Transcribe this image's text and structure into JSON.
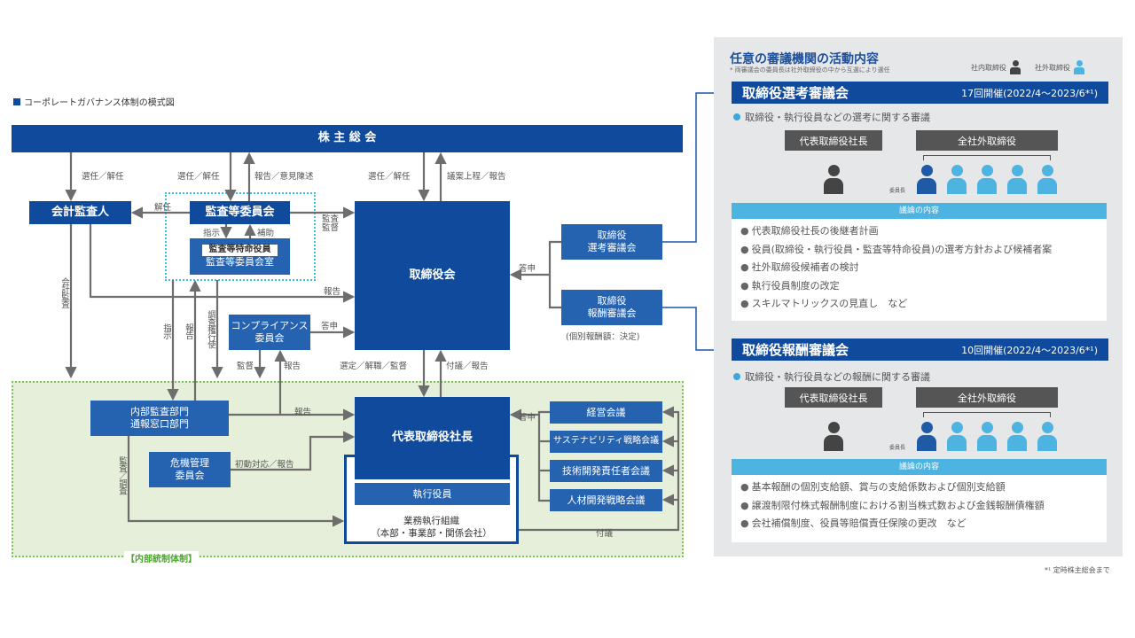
{
  "diagram_title": "コーポレートガバナンス体制の模式図",
  "colors": {
    "navy": "#0f4a9c",
    "mid_blue": "#2562b0",
    "cyan": "#39a9dc",
    "arrow": "#6d6d6d",
    "internal_control_bg": "#e6efd9",
    "internal_control_border": "#7cc35a"
  },
  "nodes": {
    "shareholders": "株 主 総 会",
    "auditor": "会計監査人",
    "audit_committee": "監査等委員会",
    "audit_officer": "監査等特命役員",
    "audit_office": "監査等委員会室",
    "board": "取締役会",
    "nomination": [
      "取締役",
      "選考審議会"
    ],
    "remuneration": [
      "取締役",
      "報酬審議会"
    ],
    "remuneration_note": "(個別報酬額：決定)",
    "compliance": [
      "コンプライアンス",
      "委員会"
    ],
    "internal_audit": [
      "内部監査部門",
      "通報窓口部門"
    ],
    "crisis": [
      "危機管理",
      "委員会"
    ],
    "president": "代表取締役社長",
    "executive": "執行役員",
    "org": [
      "業務執行組織",
      "（本部・事業部・関係会社）"
    ],
    "meetings": [
      "経営会議",
      "サステナビリティ戦略会議",
      "技術開発責任者会議",
      "人材開発戦略会議"
    ],
    "internal_control_label": "【内部統制体制】"
  },
  "edges": {
    "elect1": "選任／解任",
    "elect2": "選任／解任",
    "report_opinion": "報告／意見陳述",
    "elect3": "選任／解任",
    "proposal_report": "議案上程／報告",
    "dismiss": "解任",
    "audit_supervise": [
      "監査",
      "監督"
    ],
    "instruct": "指示",
    "assist": "補助",
    "report1": "報告",
    "accounting_audit": "会計監査",
    "instruct2": "指示",
    "report2": "報告",
    "investigate": "調査権行使",
    "answer1": "答申",
    "supervise": "監督",
    "report3": "報告",
    "answer2": "答申",
    "select_dismiss": "選定／解職／監督",
    "propose_report": "付議／報告",
    "report4": "報告",
    "crisis_report": "初動対応／報告",
    "audit_investigate": "監査／調査",
    "answer3": "答申",
    "propose": "付議"
  },
  "panel": {
    "title": "任意の審議機関の活動内容",
    "note": "* 両審議会の委員長は社外取締役の中から互選により選任",
    "legend_inside": "社内取締役",
    "legend_outside": "社外取締役",
    "sections": [
      {
        "title": "取締役選考審議会",
        "count": "17回開催(2022/4〜2023/6*¹)",
        "purpose": "取締役・執行役員などの選考に関する審議",
        "president": "代表取締役社長",
        "outside": "全社外取締役",
        "chair": "委員長",
        "discussion_header": "議論の内容",
        "items": [
          "代表取締役社長の後継者計画",
          "役員(取締役・執行役員・監査等特命役員)の選考方針および候補者案",
          "社外取締役候補者の検討",
          "執行役員制度の改定",
          "スキルマトリックスの見直し　など"
        ]
      },
      {
        "title": "取締役報酬審議会",
        "count": "10回開催(2022/4〜2023/6*¹)",
        "purpose": "取締役・執行役員などの報酬に関する審議",
        "president": "代表取締役社長",
        "outside": "全社外取締役",
        "chair": "委員長",
        "discussion_header": "議論の内容",
        "items": [
          "基本報酬の個別支給額、賞与の支給係数および個別支給額",
          "譲渡制限付株式報酬制度における割当株式数および金銭報酬債権額",
          "会社補償制度、役員等賠償責任保険の更改　など"
        ]
      }
    ],
    "footnote": "*¹ 定時株主総会まで"
  }
}
